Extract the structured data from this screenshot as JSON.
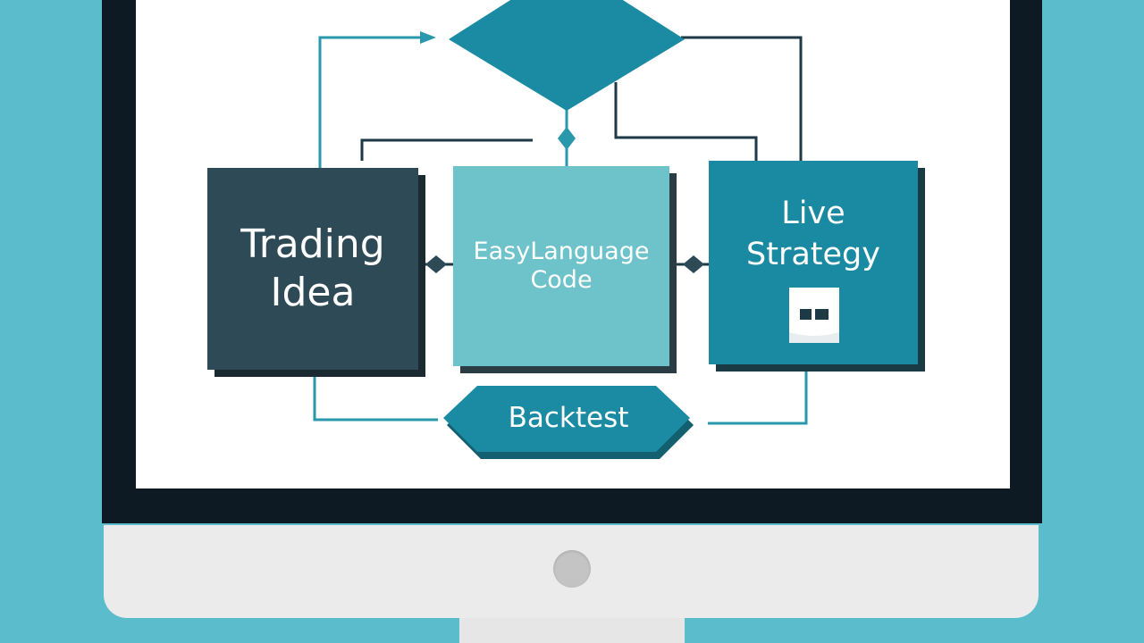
{
  "diagram": {
    "nodes": {
      "trading_idea": [
        "Trading",
        "Idea"
      ],
      "easylanguage_code": [
        "EasyLanguage",
        "Code"
      ],
      "live_strategy": [
        "Live",
        "Strategy"
      ],
      "backtest": "Backtest"
    },
    "icons": {
      "live_strategy": "chart-document-icon"
    }
  },
  "colors": {
    "background": "#5bbccb",
    "bezel": "#0d1a24",
    "trading_idea": "#2d4a56",
    "easylanguage_code": "#6ec3cb",
    "live_strategy": "#1a8aa2",
    "decision_diamond": "#1a8ba2",
    "backtest": "#1a8ba2",
    "connector_dark": "#1e3a46",
    "connector_teal": "#2a98ac"
  }
}
